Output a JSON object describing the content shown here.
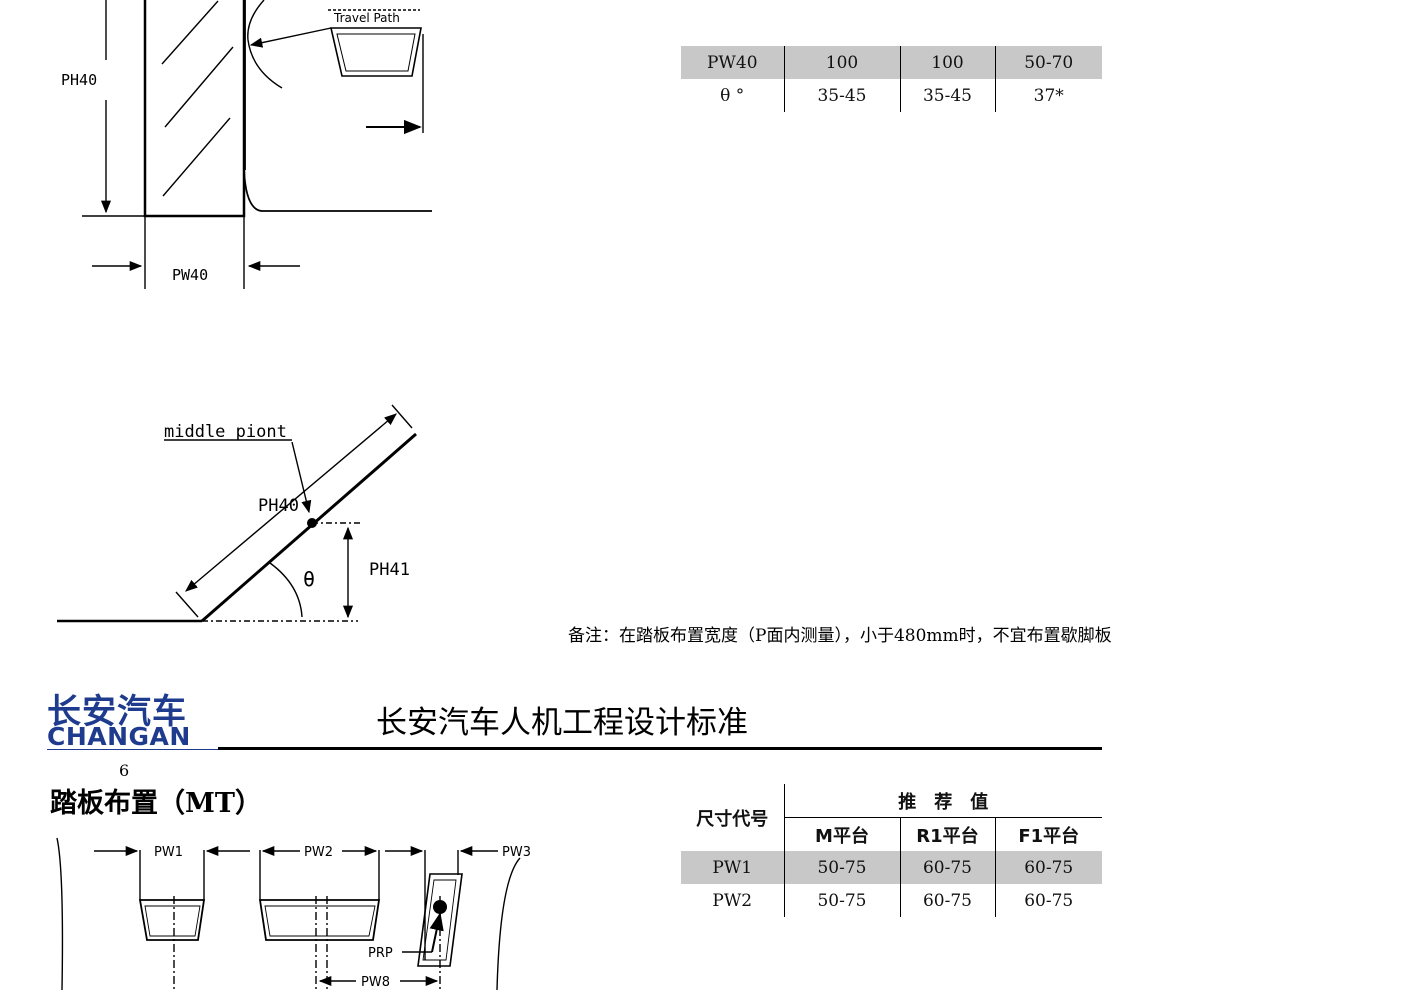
{
  "figure_top": {
    "travel_path": "Travel Path",
    "ph40": "PH40",
    "pw40": "PW40"
  },
  "figure_mid": {
    "middle_point": "middle piont",
    "ph40": "PH40",
    "ph41": "PH41",
    "theta": "θ"
  },
  "table_top": {
    "rows": [
      {
        "code": "PW40",
        "m": "100",
        "r1": "100",
        "f1": "50-70"
      },
      {
        "code": "θ °",
        "m": "35-45",
        "r1": "35-45",
        "f1": "37*"
      }
    ]
  },
  "note": "备注：在踏板布置宽度（P面内测量），小于480mm时，不宜布置歇脚板",
  "header": {
    "logo_cn": "长安汽车",
    "logo_en": "CHANGAN",
    "title": "长安汽车人机工程设计标准",
    "page_number": "6"
  },
  "section_title": "踏板布置（MT）",
  "table_bottom": {
    "col_code": "尺寸代号",
    "col_recommended": "推　荐　值",
    "col_m": "M平台",
    "col_r1": "R1平台",
    "col_f1": "F1平台",
    "rows": [
      {
        "code": "PW1",
        "m": "50-75",
        "r1": "60-75",
        "f1": "60-75"
      },
      {
        "code": "PW2",
        "m": "50-75",
        "r1": "60-75",
        "f1": "60-75"
      }
    ]
  },
  "figure_bottom": {
    "pw1": "PW1",
    "pw2": "PW2",
    "pw3": "PW3",
    "prp": "PRP",
    "pw8": "PW8"
  }
}
